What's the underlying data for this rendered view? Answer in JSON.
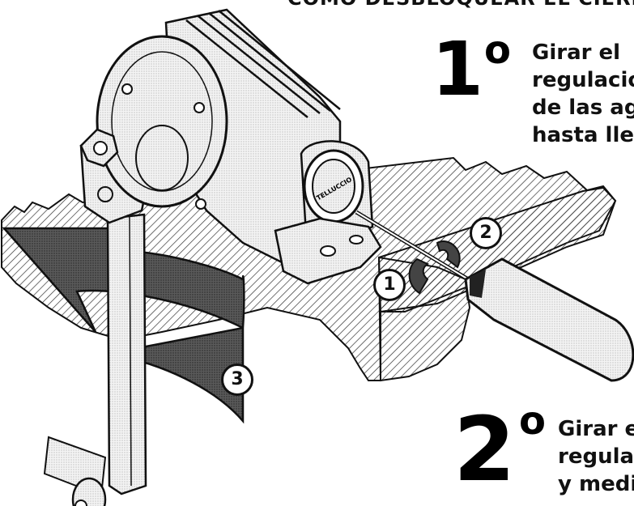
{
  "title": "CÓMO DESBLOQUEAR EL CIERR",
  "steps": [
    {
      "number": "1",
      "degree": "o",
      "lines": [
        "Girar el",
        "regulació",
        "de las agu",
        "hasta lleg"
      ]
    },
    {
      "number": "2",
      "degree": "o",
      "lines": [
        "Girar e",
        "regulac",
        "y medic"
      ]
    }
  ],
  "markers": [
    "1",
    "2",
    "3"
  ],
  "emblem_text": "TELLUCCIO"
}
